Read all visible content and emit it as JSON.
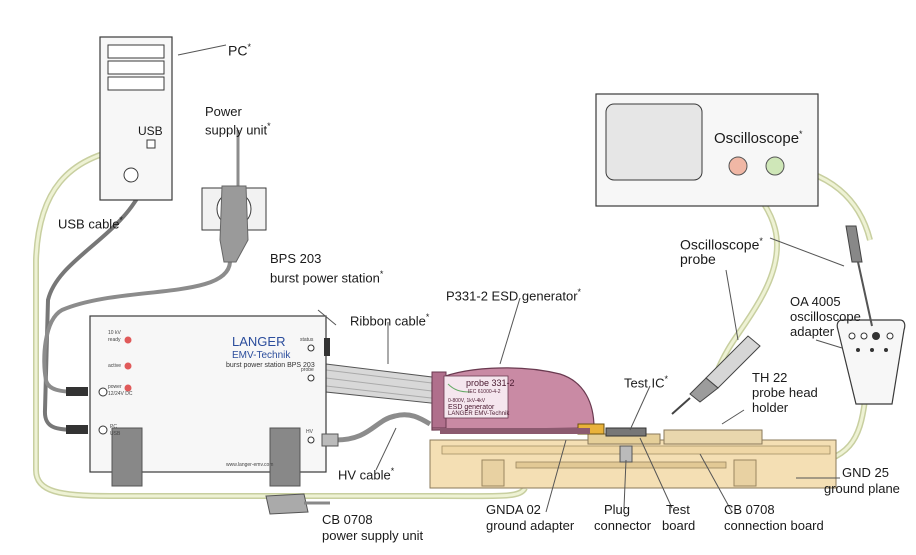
{
  "labels": {
    "pc": "PC",
    "usb_port": "USB",
    "power_supply_1": "Power",
    "power_supply_2": "supply unit",
    "usb_cable": "USB cable",
    "bps_1": "BPS 203",
    "bps_2": "burst power station",
    "ribbon_cable": "Ribbon cable",
    "esd_generator": "P331-2 ESD generator",
    "oscilloscope": "Oscilloscope",
    "osc_probe_1": "Oscilloscope",
    "osc_probe_2": "probe",
    "oa_1": "OA 4005",
    "oa_2": "oscilloscope",
    "oa_3": "adapter",
    "test_ic": "Test IC",
    "th22_1": "TH 22",
    "th22_2": "probe head",
    "th22_3": "holder",
    "hv_cable": "HV cable",
    "gnd_1": "GND 25",
    "gnd_2": "ground plane",
    "gnda_1": "GNDA 02",
    "gnda_2": "ground adapter",
    "plug_1": "Plug",
    "plug_2": "connector",
    "test_board_1": "Test",
    "test_board_2": "board",
    "cb_conn_1": "CB 0708",
    "cb_conn_2": "connection board",
    "cb_psu_1": "CB 0708",
    "cb_psu_2": "power supply unit",
    "asterisk": "*"
  },
  "device_text": {
    "bps_brand": "LANGER",
    "bps_sub": "EMV-Technik",
    "bps_model": "burst power station BPS 203",
    "bps_led1_1": "10 kV",
    "bps_led1_2": "ready",
    "bps_led2": "active",
    "bps_led3_1": "power",
    "bps_led3_2": "12/24V DC",
    "bps_pc": "PC",
    "bps_usb": "USB",
    "bps_status": "status",
    "bps_probe": "probe",
    "bps_hv": "HV",
    "bps_web": "www.langer-emv.com",
    "probe_title": "probe 331-2",
    "probe_line1": "IEC 61000-4-2",
    "probe_line2": "0-800V, 1kV-4kV",
    "probe_line3": "ESD generator",
    "probe_line4": "LANGER EMV-Technik"
  },
  "colors": {
    "outline": "#3a3a3a",
    "device_fill": "#f7f7f7",
    "cable_cream": "#e4e9c0",
    "cable_grey": "#8c8c8c",
    "ground_plane": "#f4dfb4",
    "esd_generator": "#c98aa4",
    "led_red": "#e05a5a",
    "brand_blue": "#2b4d9c"
  }
}
